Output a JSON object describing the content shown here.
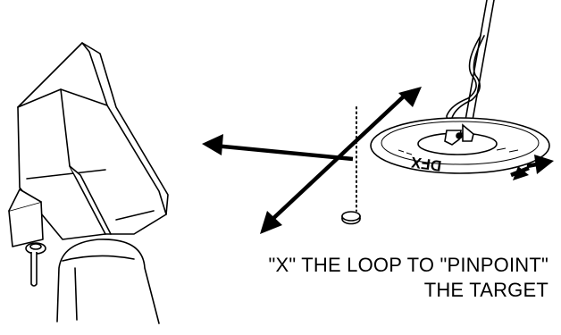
{
  "instruction": {
    "line1": "\"X\" THE LOOP TO \"PINPOINT\"",
    "line2": "THE TARGET"
  },
  "coil_brand": "DFX",
  "icons": [
    "detector-control-box-icon",
    "search-coil-icon",
    "target-coin-icon",
    "arrow-icon"
  ],
  "colors": {
    "ink": "#000000",
    "paper": "#ffffff"
  }
}
